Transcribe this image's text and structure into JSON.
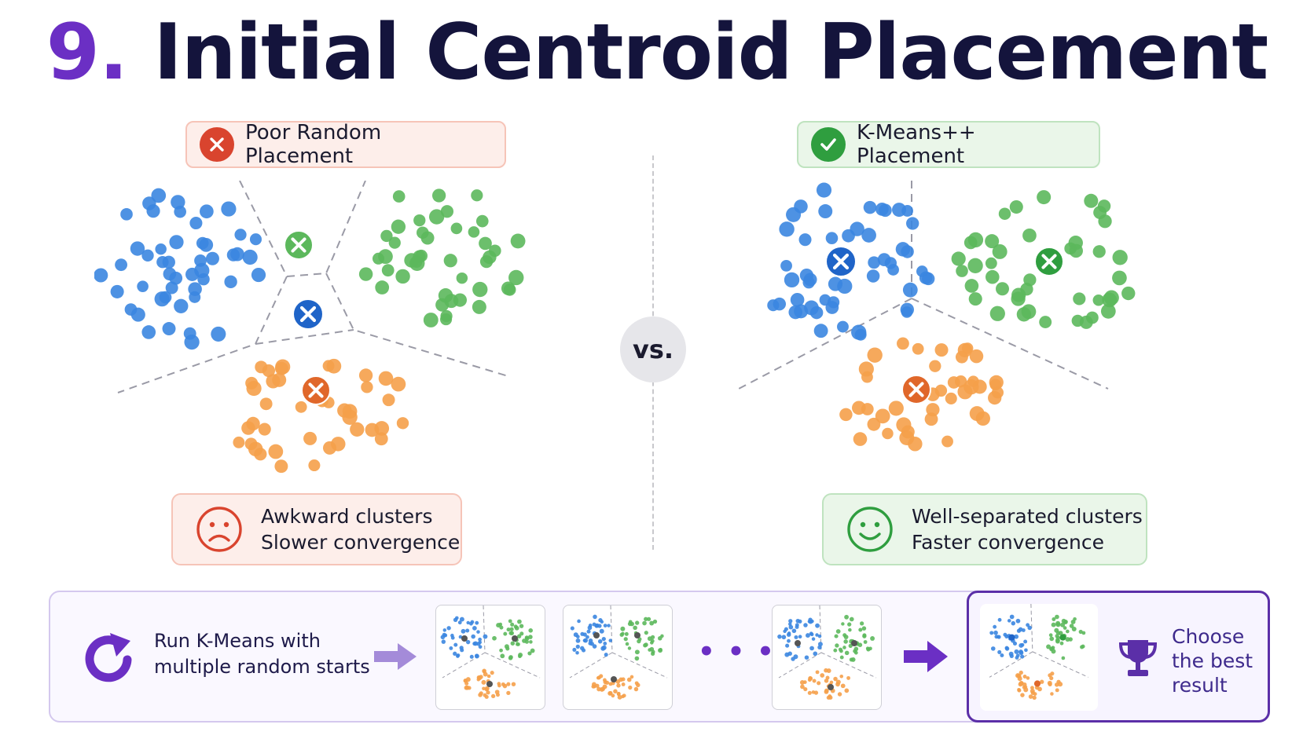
{
  "title": {
    "number": "9",
    "dot": ".",
    "text": "Initial Centroid Placement"
  },
  "left_panel": {
    "heading": "Poor Random Placement",
    "result_line1": "Awkward clusters",
    "result_line2": "Slower convergence"
  },
  "right_panel": {
    "heading": "K-Means++ Placement",
    "result_line1": "Well-separated clusters",
    "result_line2": "Faster convergence"
  },
  "vs_label": "vs.",
  "bottom": {
    "run_line1": "Run K-Means with",
    "run_line2": "multiple random starts",
    "ellipsis": "• • •",
    "best_line1": "Choose",
    "best_line2": "the best",
    "best_line3": "result"
  },
  "colors": {
    "blue": "#3b86e0",
    "green": "#5cb85c",
    "orange": "#f5a04a",
    "purple": "#6b2fc4",
    "navy": "#14143c"
  },
  "icons": {
    "bad_heading": "x-circle-icon",
    "good_heading": "check-circle-icon",
    "bad_result": "sad-face-icon",
    "good_result": "smiley-face-icon",
    "restart": "refresh-arrow-icon",
    "arrow": "right-arrow-icon",
    "best": "trophy-icon"
  }
}
